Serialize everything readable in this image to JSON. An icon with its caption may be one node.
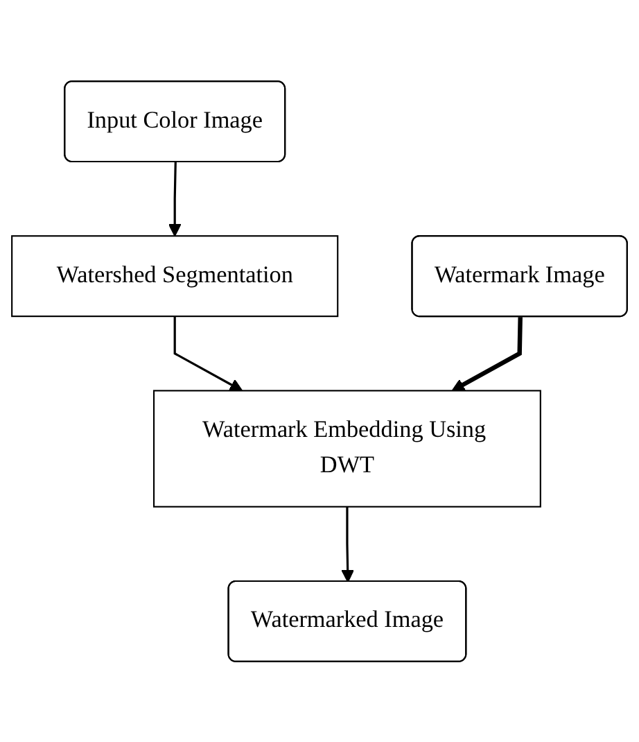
{
  "diagram": {
    "nodes": [
      {
        "text": [
          "Input Color Image"
        ]
      },
      {
        "text": [
          "Watershed Segmentation"
        ]
      },
      {
        "text": [
          "Watermark Embedding Using DWT"
        ]
      },
      {
        "text": [
          "Watermark Image"
        ]
      },
      {
        "text": [
          "Watermarked Image"
        ]
      }
    ],
    "edges": [
      {
        "from": 0,
        "to": 1,
        "arrow": "to"
      },
      {
        "from": 1,
        "to": 2,
        "arrow": "to"
      },
      {
        "from": 3,
        "to": 2,
        "arrow": "to",
        "style": "thick"
      },
      {
        "from": 2,
        "to": 4,
        "arrow": "to"
      }
    ]
  }
}
